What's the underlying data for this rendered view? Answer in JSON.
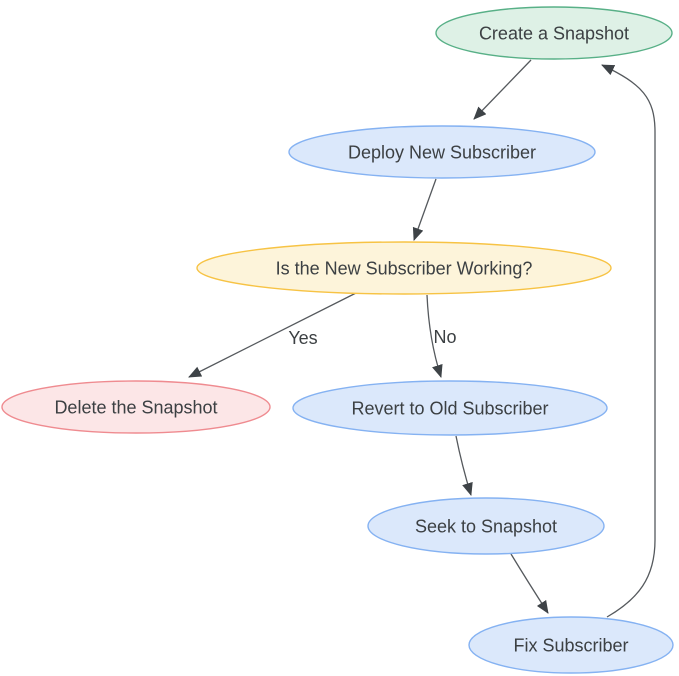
{
  "diagram": {
    "type": "flowchart",
    "colors": {
      "background": "#ffffff",
      "text": "#3c4043",
      "edge": "#55595d",
      "arrow": "#3e4347"
    },
    "nodes": [
      {
        "id": "create-snapshot",
        "label": "Create a Snapshot",
        "shape": "ellipse",
        "fill": "#def1e6",
        "stroke": "#58b087"
      },
      {
        "id": "deploy-new-subscriber",
        "label": "Deploy New Subscriber",
        "shape": "ellipse",
        "fill": "#dbe8fb",
        "stroke": "#85b2f2"
      },
      {
        "id": "is-new-subscriber-working",
        "label": "Is the New Subscriber Working?",
        "shape": "ellipse",
        "fill": "#fdf4da",
        "stroke": "#f7c344"
      },
      {
        "id": "delete-the-snapshot",
        "label": "Delete the Snapshot",
        "shape": "ellipse",
        "fill": "#fce6e7",
        "stroke": "#ef8b90"
      },
      {
        "id": "revert-to-old-subscriber",
        "label": "Revert to Old Subscriber",
        "shape": "ellipse",
        "fill": "#dbe8fb",
        "stroke": "#85b2f2"
      },
      {
        "id": "seek-to-snapshot",
        "label": "Seek to Snapshot",
        "shape": "ellipse",
        "fill": "#dbe8fb",
        "stroke": "#85b2f2"
      },
      {
        "id": "fix-subscriber",
        "label": "Fix Subscriber",
        "shape": "ellipse",
        "fill": "#dbe8fb",
        "stroke": "#85b2f2"
      }
    ],
    "edges": [
      {
        "from": "create-snapshot",
        "to": "deploy-new-subscriber",
        "label": ""
      },
      {
        "from": "deploy-new-subscriber",
        "to": "is-new-subscriber-working",
        "label": ""
      },
      {
        "from": "is-new-subscriber-working",
        "to": "delete-the-snapshot",
        "label": "Yes"
      },
      {
        "from": "is-new-subscriber-working",
        "to": "revert-to-old-subscriber",
        "label": "No"
      },
      {
        "from": "revert-to-old-subscriber",
        "to": "seek-to-snapshot",
        "label": ""
      },
      {
        "from": "seek-to-snapshot",
        "to": "fix-subscriber",
        "label": ""
      },
      {
        "from": "fix-subscriber",
        "to": "create-snapshot",
        "label": ""
      }
    ]
  }
}
